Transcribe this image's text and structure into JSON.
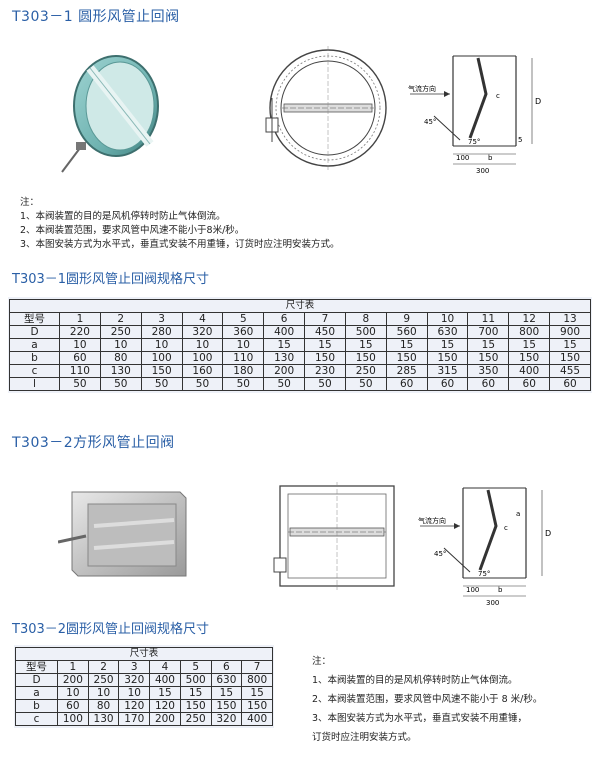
{
  "section1": {
    "title": "T303－1 圆形风管止回阀",
    "notes_heading": "注：",
    "notes": [
      "1、本阀装置的目的是风机停转时防止气体倒流。",
      "2、本阀装置范围，要求风管中风速不能小于8米/秒。",
      "3、本图安装方式为水平式，垂直式安装不用重锤，订货时应注明安装方式。"
    ],
    "drawing_labels": {
      "flow": "气流方向",
      "angle45": "45°",
      "angle75": "75°",
      "dim100": "100",
      "dimb": "b",
      "dim300": "300",
      "dimD": "D",
      "dim5": "5",
      "dimc": "c"
    }
  },
  "table1": {
    "title": "T303－1圆形风管止回阀规格尺寸",
    "caption": "尺寸表",
    "header_label": "型号",
    "columns": [
      "1",
      "2",
      "3",
      "4",
      "5",
      "6",
      "7",
      "8",
      "9",
      "10",
      "11",
      "12",
      "13"
    ],
    "rows": [
      {
        "label": "D",
        "values": [
          "220",
          "250",
          "280",
          "320",
          "360",
          "400",
          "450",
          "500",
          "560",
          "630",
          "700",
          "800",
          "900"
        ]
      },
      {
        "label": "a",
        "values": [
          "10",
          "10",
          "10",
          "10",
          "10",
          "15",
          "15",
          "15",
          "15",
          "15",
          "15",
          "15",
          "15"
        ]
      },
      {
        "label": "b",
        "values": [
          "60",
          "80",
          "100",
          "100",
          "110",
          "130",
          "150",
          "150",
          "150",
          "150",
          "150",
          "150",
          "150"
        ]
      },
      {
        "label": "c",
        "values": [
          "110",
          "130",
          "150",
          "160",
          "180",
          "200",
          "230",
          "250",
          "285",
          "315",
          "350",
          "400",
          "455"
        ]
      },
      {
        "label": "l",
        "values": [
          "50",
          "50",
          "50",
          "50",
          "50",
          "50",
          "50",
          "50",
          "60",
          "60",
          "60",
          "60",
          "60"
        ]
      }
    ]
  },
  "section2": {
    "title": "T303－2方形风管止回阀",
    "drawing_labels": {
      "flow": "气流方向",
      "angle45": "45°",
      "angle75": "75°",
      "dim100": "100",
      "dimb": "b",
      "dim300": "300",
      "dimD": "D",
      "dimc": "c",
      "dima": "a"
    }
  },
  "table2": {
    "title": "T303－2圆形风管止回阀规格尺寸",
    "caption": "尺寸表",
    "header_label": "型号",
    "columns": [
      "1",
      "2",
      "3",
      "4",
      "5",
      "6",
      "7"
    ],
    "rows": [
      {
        "label": "D",
        "values": [
          "200",
          "250",
          "320",
          "400",
          "500",
          "630",
          "800"
        ]
      },
      {
        "label": "a",
        "values": [
          "10",
          "10",
          "10",
          "15",
          "15",
          "15",
          "15"
        ]
      },
      {
        "label": "b",
        "values": [
          "60",
          "80",
          "120",
          "120",
          "150",
          "150",
          "150"
        ]
      },
      {
        "label": "c",
        "values": [
          "100",
          "130",
          "170",
          "200",
          "250",
          "320",
          "400"
        ]
      }
    ]
  },
  "notes2": {
    "heading": "注：",
    "items": [
      "1、本阀装置的目的是风机停转时防止气体倒流。",
      "2、本阀装置范围，要求风管中风速不能小于 8 米/秒。",
      "3、本图安装方式为水平式，垂直式安装不用重锤，",
      "订货时应注明安装方式。"
    ]
  }
}
